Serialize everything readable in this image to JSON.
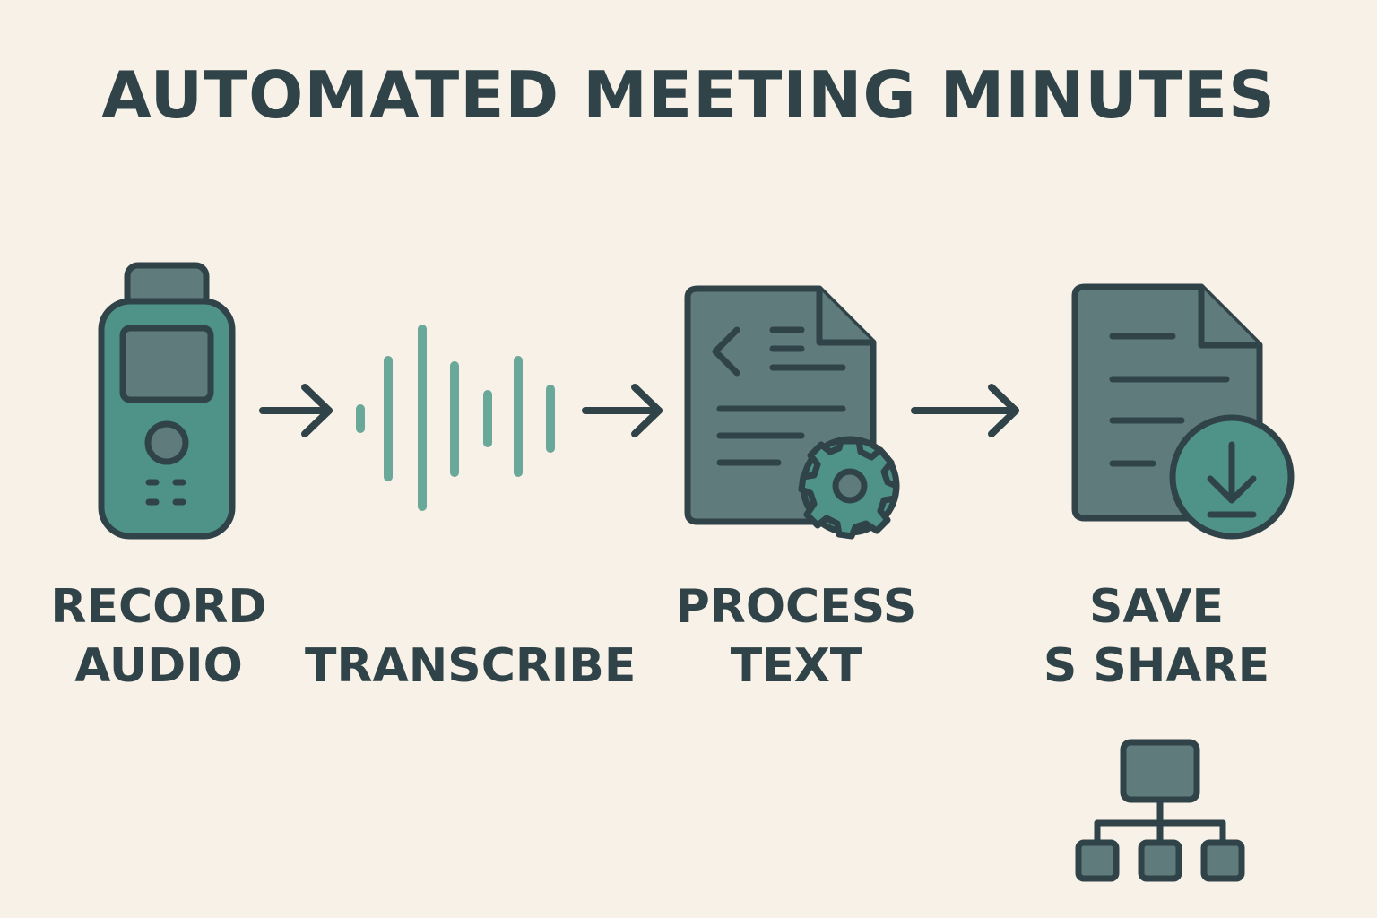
{
  "title": "AUTOMATED MEETING MINUTES",
  "steps": [
    {
      "line1": "RECORD",
      "line2": "AUDIO",
      "icon": "voice-recorder-icon"
    },
    {
      "line1": "TRANSCRIBE",
      "line2": "",
      "icon": "sound-wave-icon"
    },
    {
      "line1": "PROCESS",
      "line2": "TEXT",
      "icon": "document-gear-icon"
    },
    {
      "line1": "SAVE",
      "line2": "S SHARE",
      "icon": "document-download-icon"
    }
  ],
  "extra_icon": "network-hierarchy-icon",
  "colors": {
    "background": "#f8f1e8",
    "dark": "#2f4348",
    "teal": "#4f9388",
    "teal_light": "#6aa89a",
    "slate": "#5f7b7b"
  }
}
